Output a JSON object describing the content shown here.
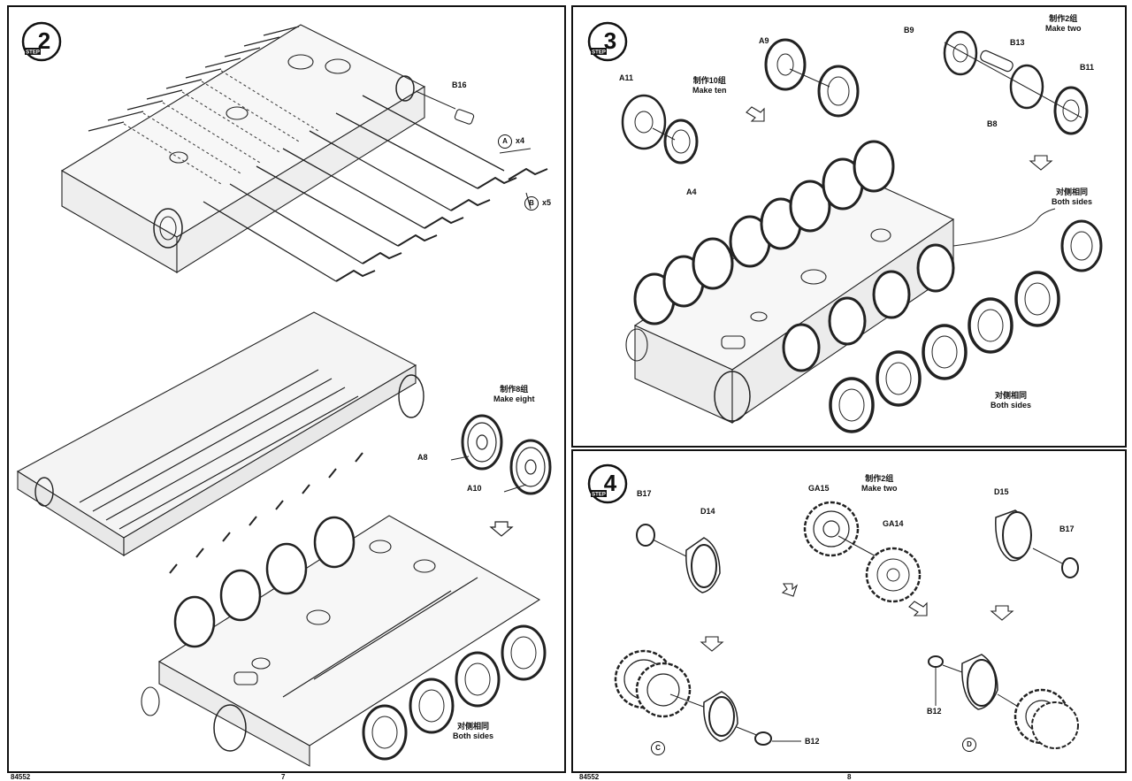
{
  "steps": [
    {
      "step_word": "STEP",
      "number": "2",
      "notes": [
        {
          "id": "make-eight",
          "cn": "制作8组",
          "en": "Make eight"
        },
        {
          "id": "both-sides",
          "cn": "对侧相同",
          "en": "Both sides"
        }
      ],
      "parts": [
        "B16",
        "A8",
        "A10"
      ],
      "callouts": [
        {
          "code": "A",
          "qty": "x4"
        },
        {
          "code": "B",
          "qty": "x5"
        }
      ]
    },
    {
      "step_word": "STEP",
      "number": "3",
      "notes": [
        {
          "id": "make-ten",
          "cn": "制作10组",
          "en": "Make ten"
        },
        {
          "id": "make-two",
          "cn": "制作2组",
          "en": "Make two"
        },
        {
          "id": "both-sides-top",
          "cn": "对侧相同",
          "en": "Both sides"
        },
        {
          "id": "both-sides-bottom",
          "cn": "对侧相同",
          "en": "Both sides"
        }
      ],
      "parts": [
        "A11",
        "A4",
        "A9",
        "B9",
        "B13",
        "B11",
        "B8"
      ]
    },
    {
      "step_word": "STEP",
      "number": "4",
      "notes": [
        {
          "id": "make-two",
          "cn": "制作2组",
          "en": "Make two"
        }
      ],
      "parts": [
        "B17",
        "D14",
        "GA15",
        "GA14",
        "D15",
        "B17",
        "B12",
        "B12"
      ],
      "subassemblies": [
        "C",
        "D"
      ]
    }
  ],
  "footer": {
    "left_code": "84552",
    "left_page": "7",
    "right_code": "84552",
    "right_page": "8"
  }
}
